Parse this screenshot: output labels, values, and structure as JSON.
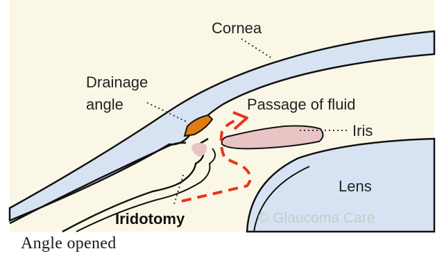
{
  "labels": {
    "cornea": "Cornea",
    "drainage_angle_line1": "Drainage",
    "drainage_angle_line2": "angle",
    "passage": "Passage of fluid",
    "iris": "Iris",
    "lens": "Lens",
    "iridotomy": "Iridotomy",
    "watermark": "© Glaucoma Care"
  },
  "caption": "Angle opened",
  "colors": {
    "background_panel": "#fbf7e6",
    "cornea_fill": "#d7e3f2",
    "lens_fill": "#d7e3f2",
    "outline": "#111111",
    "drainage_fill": "#e07b10",
    "iris_fill": "#e8c4c4",
    "arrow_red": "#e8341c",
    "leader_dots": "#333333"
  }
}
